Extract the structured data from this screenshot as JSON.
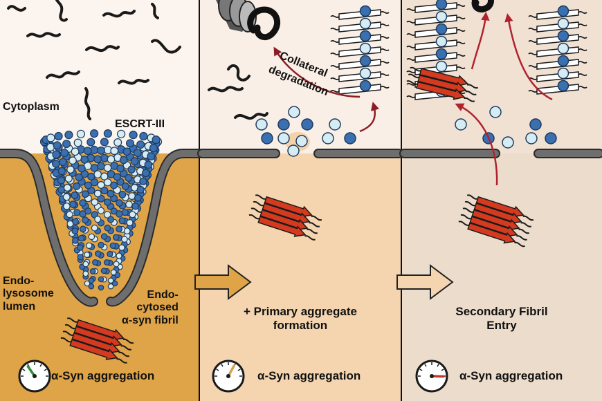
{
  "labels": {
    "cytoplasm": "Cytoplasm",
    "escrt": "ESCRT-III",
    "lumen": [
      "Endo-",
      "lysosome",
      "lumen"
    ],
    "endocytosed": [
      "Endo-",
      "cytosed",
      "α-syn fibril"
    ],
    "collateral": "Collateral",
    "degradation": "degradation",
    "panel2_caption": [
      "+ Primary aggregate",
      "formation"
    ],
    "panel3_caption": [
      "Secondary Fibril",
      "Entry"
    ]
  },
  "gauges": [
    {
      "label": "α-Syn aggregation",
      "level": 0.15,
      "needle_color": "#2e8b3a"
    },
    {
      "label": "α-Syn aggregation",
      "level": 0.5,
      "needle_color": "#d8a24a"
    },
    {
      "label": "α-Syn aggregation",
      "level": 0.85,
      "needle_color": "#c0392b"
    }
  ],
  "colors": {
    "cytoplasm_1": "#fbf4ef",
    "cytoplasm_2": "#f9efe6",
    "cytoplasm_3": "#f1e1d2",
    "lumen_1": "#e0a448",
    "lumen_2": "#f4d5b0",
    "lumen_3": "#ecdccb",
    "membrane": "#6e6e6e",
    "fibril_red": "#d33a20",
    "escrt_dark": "#3a6fb0",
    "escrt_light": "#d6ecf4",
    "arrow_red": "#b0222e"
  }
}
